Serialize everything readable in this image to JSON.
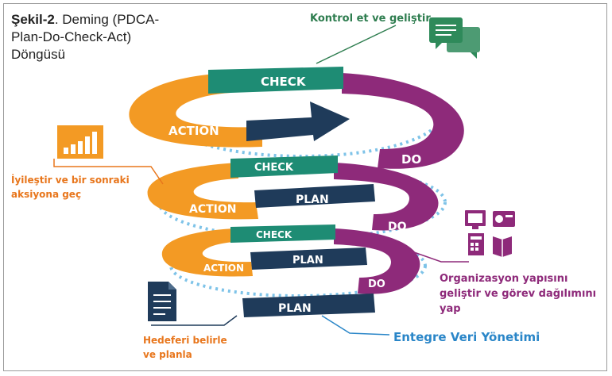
{
  "caption": {
    "prefix": "Şekil-2",
    "text": ". Deming (PDCA-Plan-Do-Check-Act) Döngüsü"
  },
  "spiral": {
    "top": {
      "check": "CHECK",
      "action": "ACTION",
      "do": "DO"
    },
    "middle": {
      "check": "CHECK",
      "plan": "PLAN",
      "action": "ACTION",
      "do": "DO"
    },
    "bottom": {
      "check": "CHECK",
      "plan": "PLAN",
      "action": "ACTION",
      "do": "DO"
    },
    "base": {
      "plan": "PLAN"
    }
  },
  "annotations": {
    "control": "Kontrol et ve geliştir",
    "improve": "İyileştir ve bir sonraki aksiyona geç",
    "organize": "Organizasyon yapısını geliştir ve görev dağılımını yap",
    "data": "Entegre Veri Yönetimi",
    "goals": "Hedeferi belirle ve planla"
  },
  "colors": {
    "check": "#1e8c74",
    "plan": "#1f3b5a",
    "do": "#8e2a7a",
    "action": "#f39a24",
    "orange_text": "#e8761c",
    "purple_text": "#8e2a7a",
    "green_text": "#2e7d4f",
    "blue_text": "#2a86c8",
    "dots": "#7ec3e8"
  },
  "icons": [
    "chat-bubbles-icon",
    "bar-chart-icon",
    "media-devices-icon",
    "document-icon"
  ]
}
